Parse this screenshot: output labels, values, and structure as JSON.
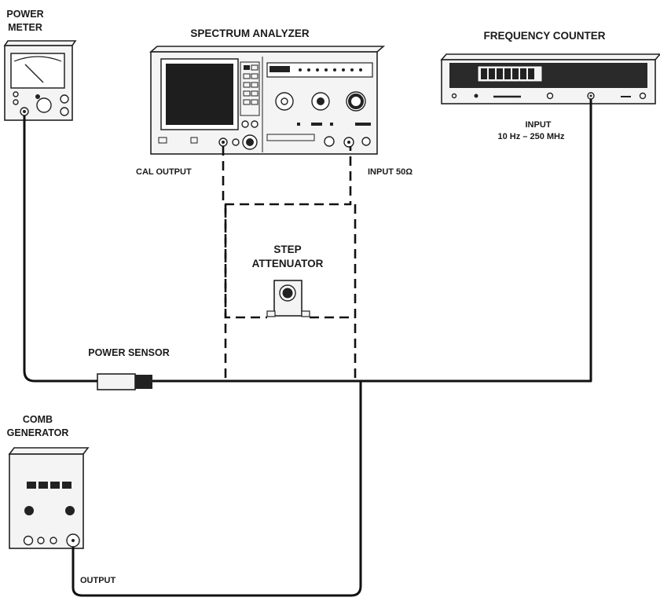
{
  "labels": {
    "power_meter": [
      "POWER",
      "METER"
    ],
    "spectrum_analyzer": "SPECTRUM ANALYZER",
    "frequency_counter": "FREQUENCY COUNTER",
    "cal_output": "CAL OUTPUT",
    "input_50": "INPUT 50Ω",
    "counter_input": [
      "INPUT",
      "10 Hz – 250 MHz"
    ],
    "step_attenuator": [
      "STEP",
      "ATTENUATOR"
    ],
    "power_sensor": "POWER SENSOR",
    "comb_generator": [
      "COMB",
      "GENERATOR"
    ],
    "output": "OUTPUT"
  },
  "colors": {
    "line": "#111111",
    "instrument_fill": "#f4f4f4",
    "panel_dark": "#222222"
  }
}
